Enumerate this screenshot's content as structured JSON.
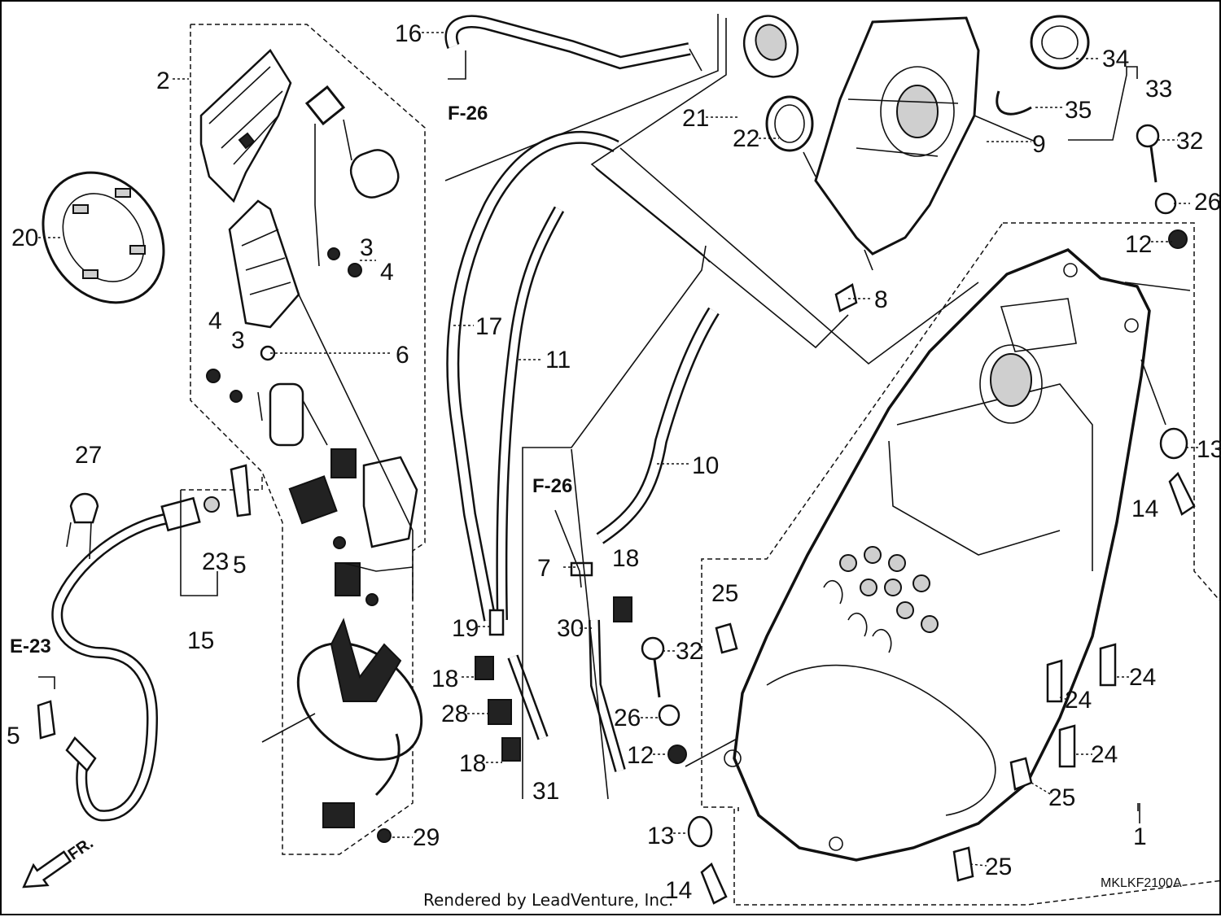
{
  "diagram_code": "MKLKF2100A",
  "footer_text": "Rendered by LeadVenture, Inc.",
  "references": [
    "F-26",
    "F-26",
    "E-23"
  ],
  "orientation_label": "FR.",
  "callouts": [
    "1",
    "2",
    "3",
    "3",
    "4",
    "4",
    "5",
    "5",
    "6",
    "7",
    "8",
    "9",
    "10",
    "11",
    "12",
    "12",
    "13",
    "13",
    "14",
    "14",
    "15",
    "16",
    "17",
    "18",
    "18",
    "18",
    "18",
    "19",
    "20",
    "21",
    "22",
    "23",
    "24",
    "24",
    "24",
    "25",
    "25",
    "25",
    "26",
    "26",
    "27",
    "28",
    "29",
    "30",
    "31",
    "32",
    "32",
    "33",
    "34",
    "35"
  ]
}
